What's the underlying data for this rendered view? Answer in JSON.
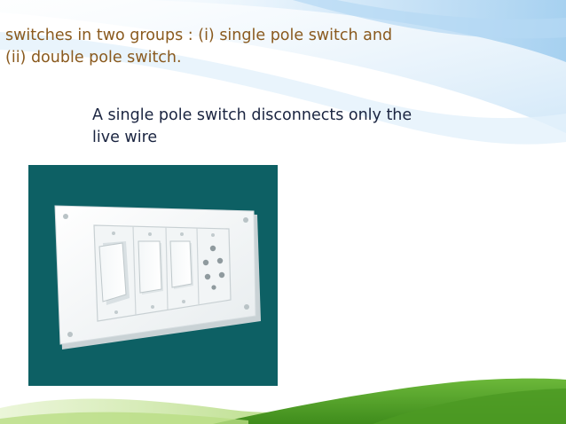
{
  "slide": {
    "heading_lines": [
      "switches in two groups : (i) single pole switch and",
      "(ii) double pole switch."
    ],
    "body_lines": [
      "A single pole switch disconnects only the",
      "live wire"
    ]
  },
  "colors": {
    "heading": "#8a5a1e",
    "body": "#1a2440",
    "photo_background": "#0d6064",
    "sky_light": "#dbeefa",
    "sky_mid": "#a9d3f2",
    "grass_light": "#b8e07a",
    "grass_dark": "#4c9a23"
  },
  "icons": {
    "photo": "switch-board-photo",
    "decoration_top": "sky-swoosh-decoration",
    "decoration_bottom": "grass-hill-decoration"
  }
}
